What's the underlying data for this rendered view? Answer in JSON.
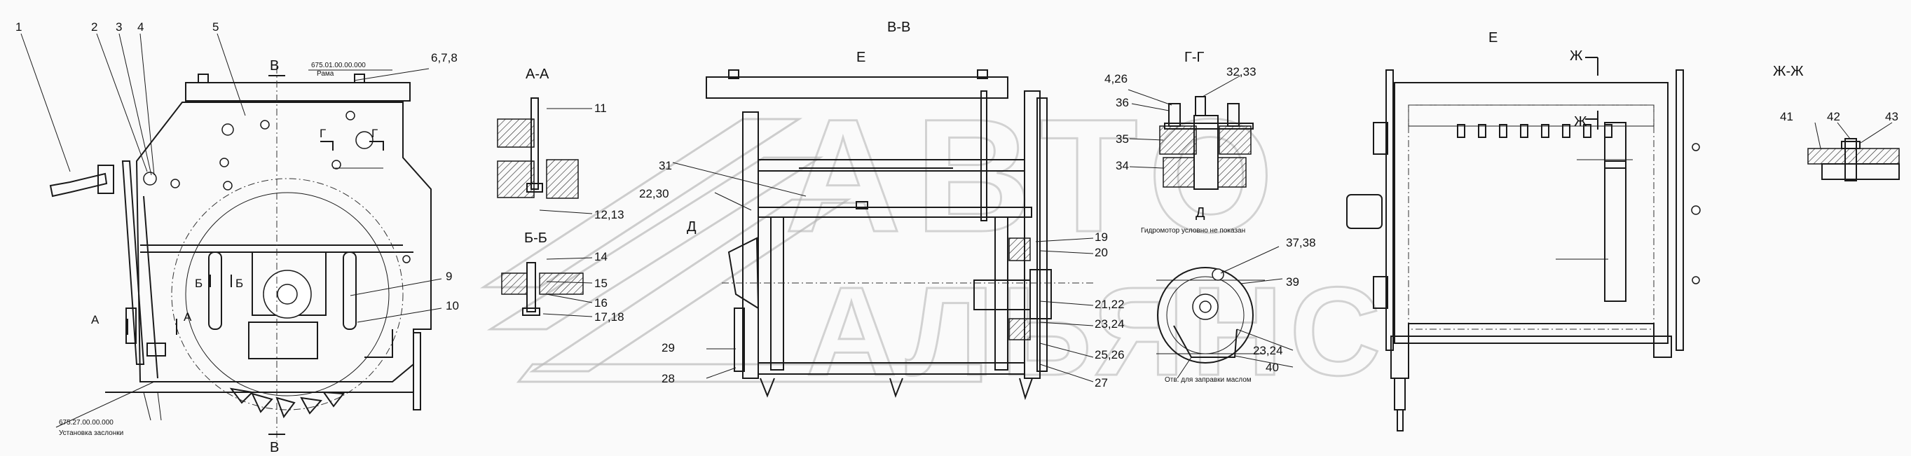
{
  "sheet": {
    "views": {
      "section_aa": "А-А",
      "section_bb": "Б-Б",
      "section_vv": "В-В",
      "section_gg": "Г-Г",
      "section_zhzh": "Ж-Ж",
      "view_d": "Д",
      "view_e": "Е"
    },
    "cut_markers": {
      "v_top": "В",
      "v_bottom": "В",
      "g_left": "Г",
      "g_right": "Г",
      "a_left": "А",
      "a_right": "А",
      "b_left": "Б",
      "b_right": "Б",
      "d_arrow": "Д",
      "e_mark": "Е",
      "zh_top": "Ж",
      "zh_bottom": "Ж"
    },
    "notes": {
      "frame_code": "675.01.00.00.000",
      "frame_name": "Рама",
      "damper_code": "675.27.00.00.000",
      "damper_name": "Установка заслонки",
      "hydromotor_note": "Гидромотор условно не показан",
      "oil_fill_note": "Отв. для заправки маслом"
    },
    "callouts": {
      "c1": "1",
      "c2": "2",
      "c3": "3",
      "c4": "4",
      "c5": "5",
      "c678": "6,7,8",
      "c9": "9",
      "c10": "10",
      "c11": "11",
      "c1213": "12,13",
      "c14": "14",
      "c15": "15",
      "c16": "16",
      "c1718": "17,18",
      "c19": "19",
      "c20": "20",
      "c2122": "21,22",
      "c2324a": "23,24",
      "c2324b": "23,24",
      "c2526": "25,26",
      "c27": "27",
      "c28": "28",
      "c29": "29",
      "c2230": "22,30",
      "c31": "31",
      "c3233": "32,33",
      "c34": "34",
      "c35": "35",
      "c36": "36",
      "c426": "4,26",
      "c3738": "37,38",
      "c39": "39",
      "c40": "40",
      "c41": "41",
      "c42": "42",
      "c43": "43"
    },
    "watermark": {
      "line1": "АВТО",
      "line2": "АЛЬЯНС"
    }
  }
}
